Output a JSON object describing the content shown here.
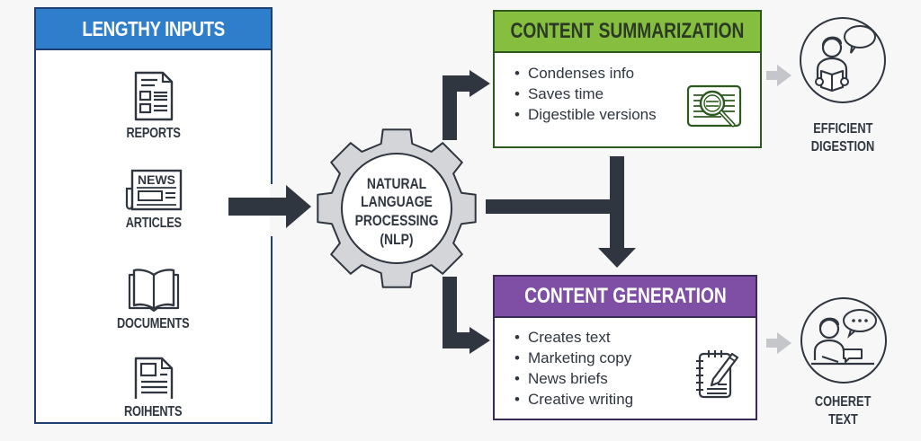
{
  "inputs": {
    "title": "LENGTHY INPUTS",
    "items": [
      {
        "label": "REPORTS",
        "icon": "report-icon"
      },
      {
        "label": "ARTICLES",
        "icon": "newspaper-icon",
        "icon_text": "NEWS"
      },
      {
        "label": "DOCUMENTS",
        "icon": "open-book-icon"
      },
      {
        "label": "ROIHENTS",
        "icon": "document-icon"
      }
    ]
  },
  "processor": {
    "lines": [
      "NATURAL",
      "LANGUAGE",
      "PROCESSING",
      "(NLP)"
    ]
  },
  "summarization": {
    "title": "CONTENT SUMMARIZATION",
    "bullets": [
      "Condenses info",
      "Saves time",
      "Digestible versions"
    ],
    "icon": "magnifier-document-icon"
  },
  "generation": {
    "title": "CONTENT GENERATION",
    "bullets": [
      "Creates text",
      "Marketing copy",
      "News briefs",
      "Creative writing"
    ],
    "icon": "notepad-pencil-icon"
  },
  "outcomes": [
    {
      "lines": [
        "EFFICIENT",
        "DIGESTION"
      ],
      "icon": "reader-thinking-icon"
    },
    {
      "lines": [
        "COHERET",
        "TEXT"
      ],
      "icon": "writer-speaking-icon"
    }
  ],
  "colors": {
    "inputs_header": "#2f7ecb",
    "inputs_border": "#1f3e74",
    "summarization_header": "#86bf3f",
    "summarization_border": "#2c5a1e",
    "generation_header": "#7f4fa6",
    "generation_border": "#3b2a58",
    "arrow_dark": "#2f3640",
    "arrow_light": "#c4c6c9",
    "gear_fill": "#d3d5d8"
  }
}
